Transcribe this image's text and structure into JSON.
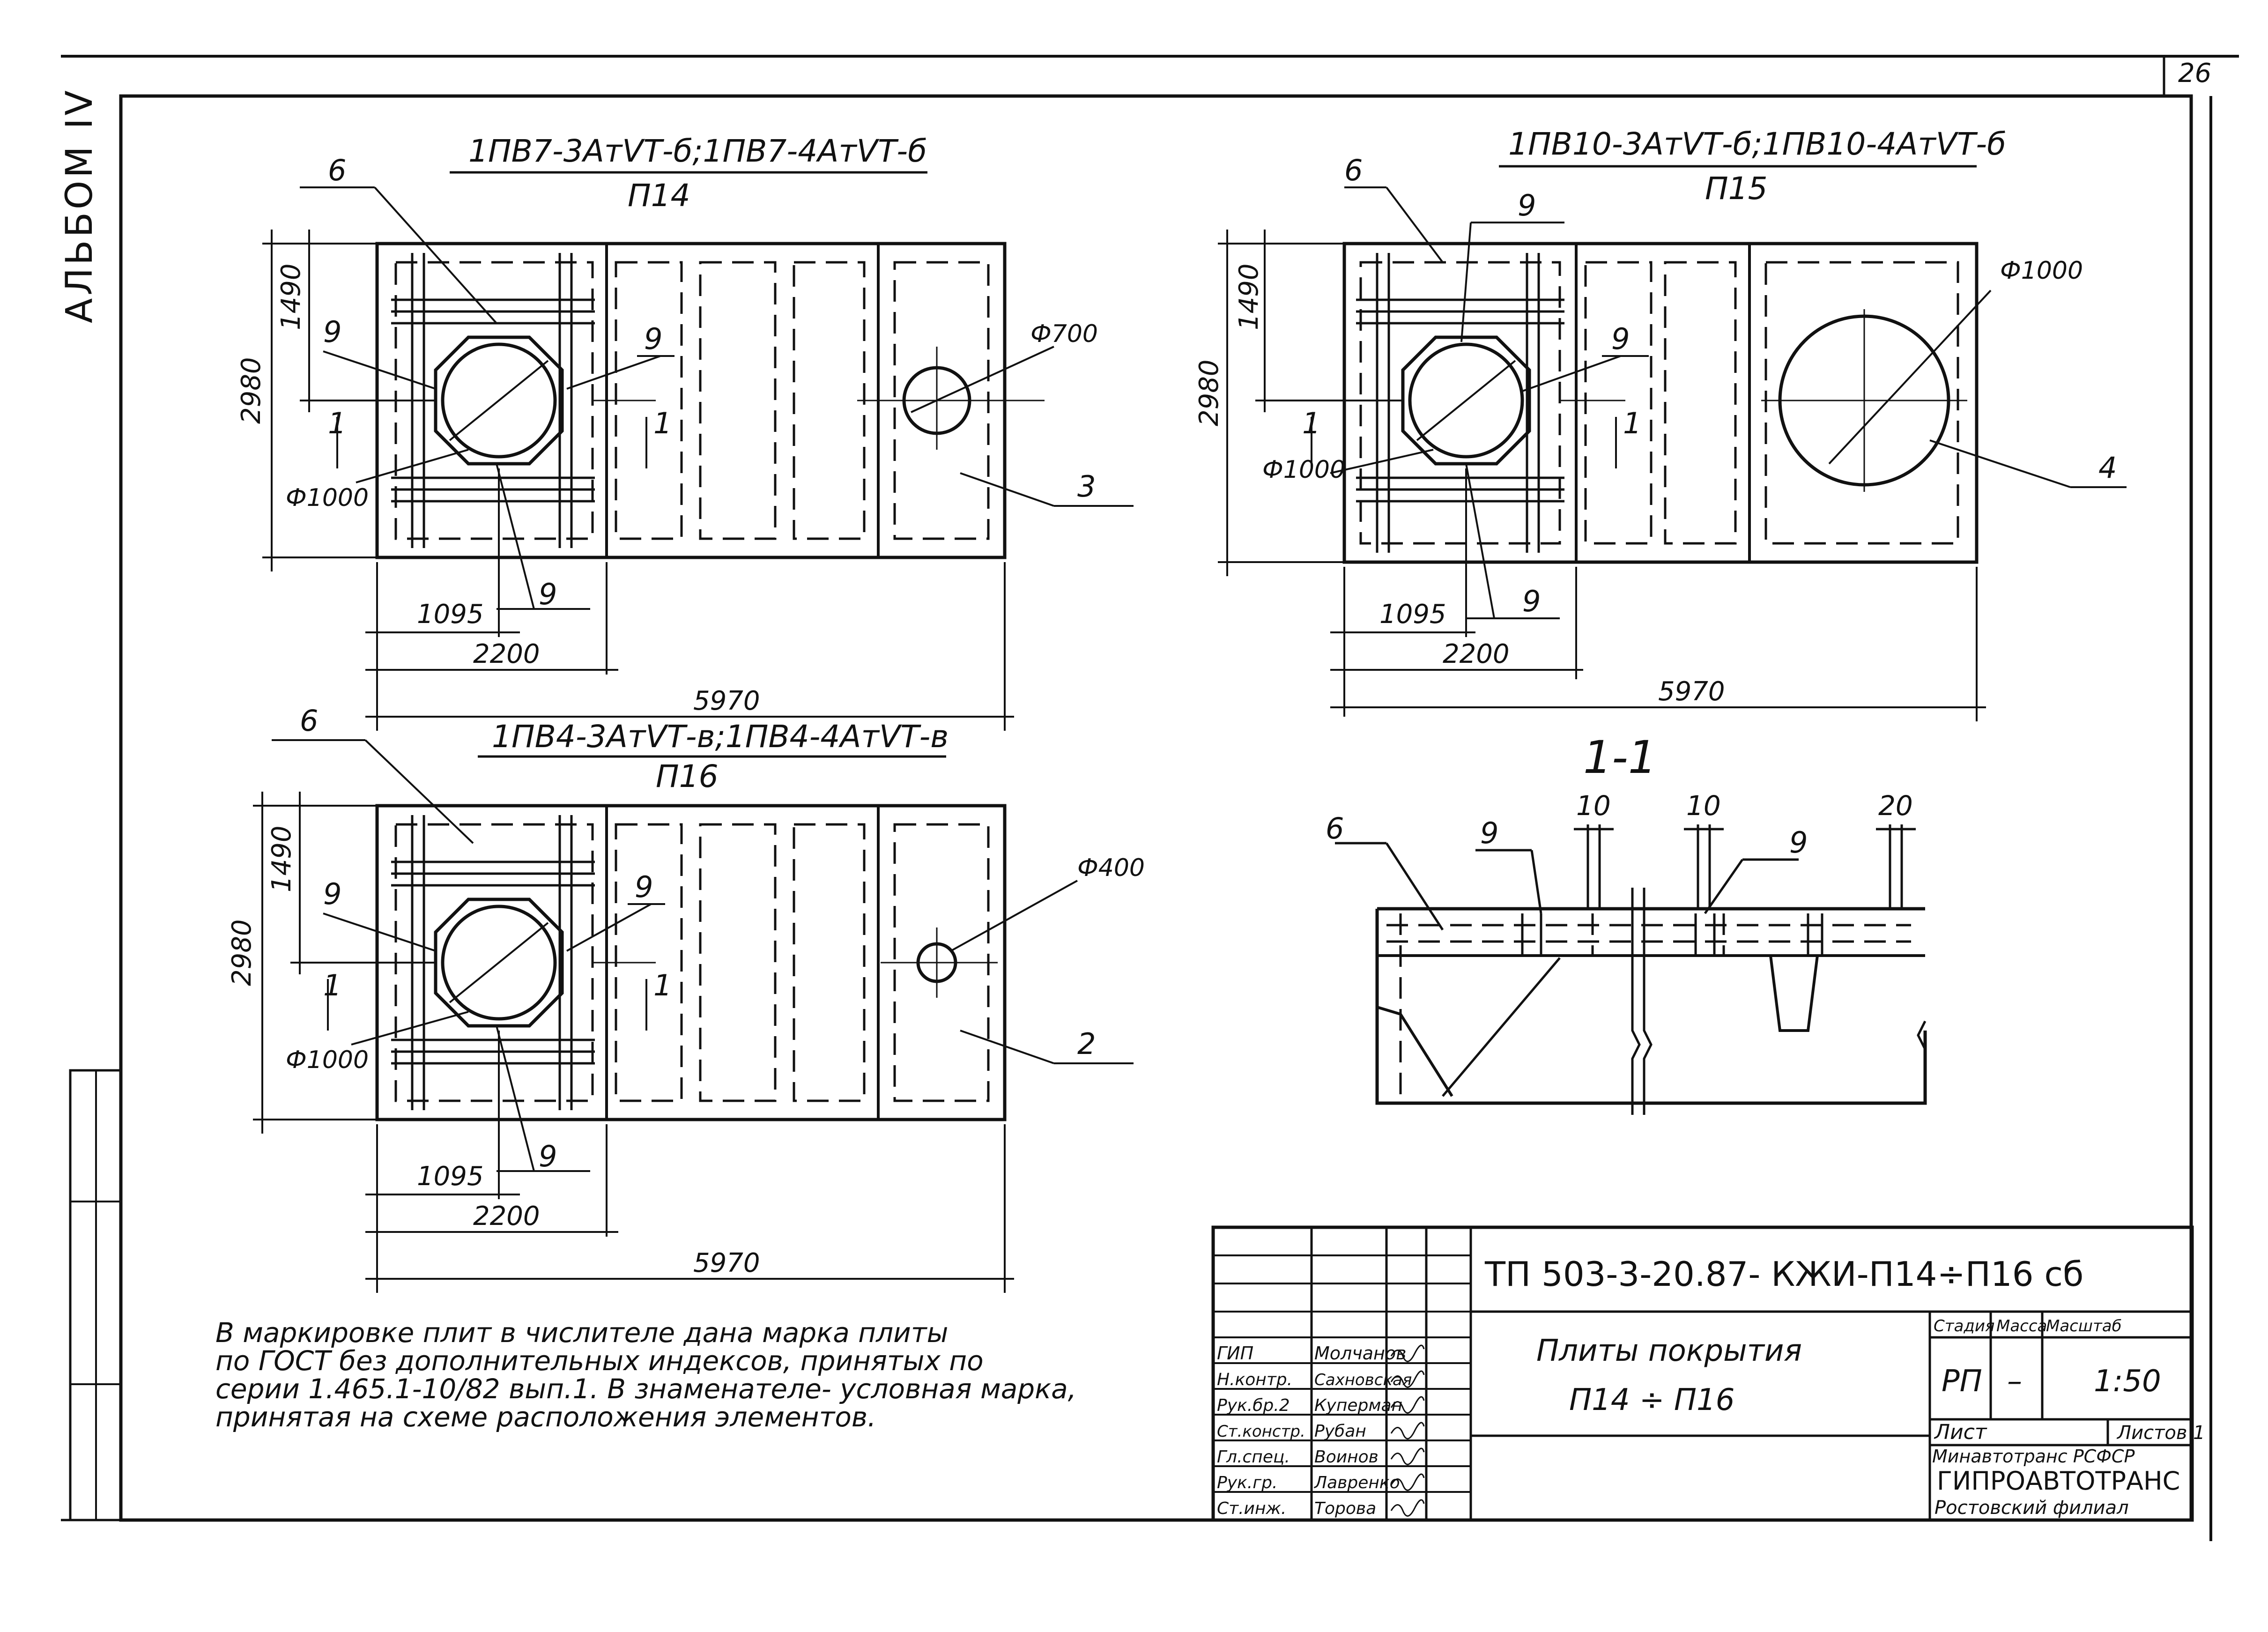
{
  "sheet": {
    "number": "26",
    "album": "АЛЬБОМ IV"
  },
  "plans": [
    {
      "id": "p14",
      "title": "1ПВ7-3АтVТ-б;1ПВ7-4АтVТ-б",
      "subtitle": "П14",
      "hole_label": "Ф700",
      "dims": [
        "1490",
        "2980",
        "1095",
        "2200",
        "5970"
      ],
      "callouts": {
        "six": "6",
        "nine": "9",
        "phi": "Ф1000",
        "slab": "3",
        "sec": "1"
      }
    },
    {
      "id": "p15",
      "title": "1ПВ10-3АтVТ-б;1ПВ10-4АтVТ-б",
      "subtitle": "П15",
      "hole_label": "Ф1000",
      "dims": [
        "1490",
        "2980",
        "1095",
        "2200",
        "5970"
      ],
      "callouts": {
        "six": "6",
        "nine": "9",
        "phi": "Ф1000",
        "slab": "4",
        "sec": "1"
      }
    },
    {
      "id": "p16",
      "title": "1ПВ4-3АтVТ-в;1ПВ4-4АтVТ-в",
      "subtitle": "П16",
      "hole_label": "Ф400",
      "dims": [
        "1490",
        "2980",
        "1095",
        "2200",
        "5970"
      ],
      "callouts": {
        "six": "6",
        "nine": "9",
        "phi": "Ф1000",
        "slab": "2",
        "sec": "1"
      }
    }
  ],
  "section": {
    "title": "1-1",
    "labels": [
      "6",
      "9",
      "10",
      "10",
      "9",
      "20"
    ]
  },
  "note": [
    "В маркировке плит в числителе дана марка плиты",
    "по ГОСТ без дополнительных индексов, принятых по",
    "серии 1.465.1-10/82 вып.1. В знаменателе- условная марка,",
    "принятая на схеме расположения элементов."
  ],
  "titleblock": {
    "code": "ТП 503-3-20.87- КЖИ-П14÷П16 сб",
    "name_line1": "Плиты покрытия",
    "name_line2": "П14 ÷ П16",
    "stage_head": "Стадия",
    "mass_head": "Масса",
    "scale_head": "Масштаб",
    "stage": "РП",
    "mass": "–",
    "scale": "1:50",
    "sheet_label": "Лист",
    "sheets_label": "Листов 1",
    "org_line1": "Минавтотранс РСФСР",
    "org_line2": "ГИПРОАВТОТРАНС",
    "org_line3": "Ростовский филиал",
    "staff": [
      {
        "role": "ГИП",
        "name": "Молчанов"
      },
      {
        "role": "Н.контр.",
        "name": "Сахновская"
      },
      {
        "role": "Рук.бр.2",
        "name": "Куперман"
      },
      {
        "role": "Ст.констр.",
        "name": "Рубан"
      },
      {
        "role": "Гл.спец.",
        "name": "Воинов"
      },
      {
        "role": "Рук.гр.",
        "name": "Лавренко"
      },
      {
        "role": "Ст.инж.",
        "name": "Торова"
      }
    ]
  }
}
